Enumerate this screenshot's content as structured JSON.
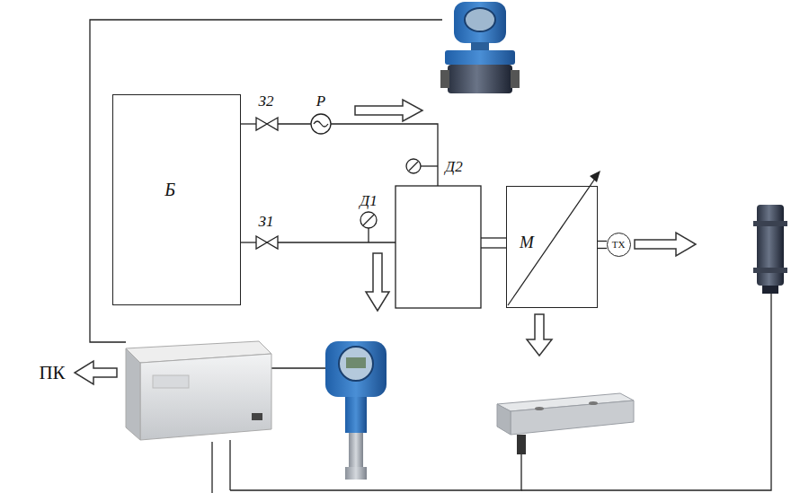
{
  "diagram": {
    "nodes": [
      {
        "text": [
          "Б"
        ]
      },
      {
        "text": [
          "М"
        ]
      },
      {
        "text": [
          "ТХ"
        ]
      }
    ],
    "edges": [
      {
        "from": 1,
        "to": 2,
        "arrow": "none"
      }
    ],
    "labels": [
      "З2",
      "Р",
      "Д2",
      "З1",
      "Д1",
      "ПК"
    ]
  }
}
